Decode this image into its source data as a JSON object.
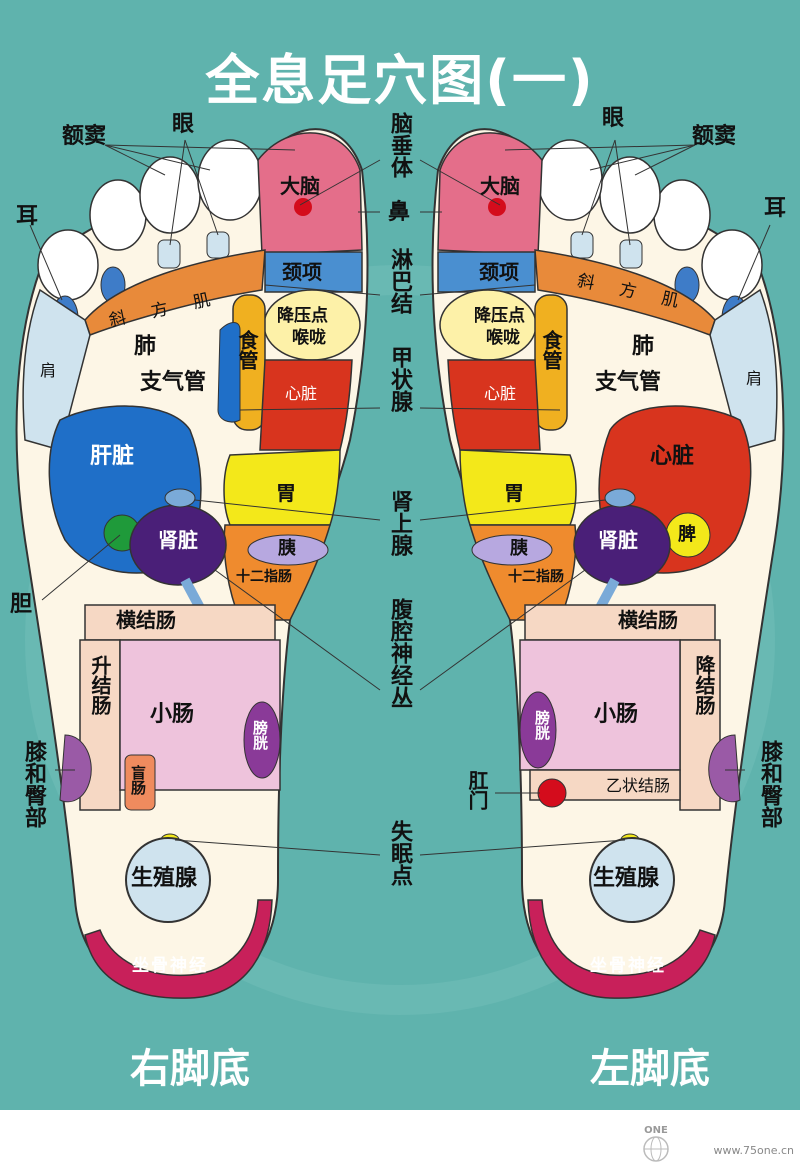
{
  "title": "全息足穴图(一)",
  "feet": {
    "right_label": "右脚底",
    "left_label": "左脚底"
  },
  "center_labels": [
    "脑垂体",
    "鼻",
    "淋巴结",
    "甲状腺",
    "肾上腺",
    "腹腔神经丛",
    "失眠点"
  ],
  "right_foot": {
    "forehead_sinus": "额窦",
    "eye": "眼",
    "ear": "耳",
    "brain": "大脑",
    "neck": "颈项",
    "trapezius": "斜方肌",
    "shoulder": "肩",
    "lung": "肺",
    "bronchus": "支气管",
    "bp_point": "降压点",
    "throat": "喉咙",
    "esophagus": "食管",
    "heart": "心脏",
    "liver": "肝脏",
    "gallbladder": "胆",
    "kidney": "肾脏",
    "stomach": "胃",
    "pancreas": "胰",
    "duodenum": "十二指肠",
    "transverse_colon": "横结肠",
    "ascending_colon": "升结肠",
    "small_intestine": "小肠",
    "appendix": "盲肠",
    "bladder": "膀胱",
    "knee_hip": "膝和臀部",
    "genital": "生殖腺",
    "sciatic": "坐骨神经"
  },
  "left_foot": {
    "forehead_sinus": "额窦",
    "eye": "眼",
    "ear": "耳",
    "brain": "大脑",
    "neck": "颈项",
    "trapezius": "斜方肌",
    "shoulder": "肩",
    "lung": "肺",
    "bronchus": "支气管",
    "bp_point": "降压点",
    "throat": "喉咙",
    "esophagus": "食管",
    "heart_small": "心脏",
    "heart": "心脏",
    "spleen": "脾",
    "kidney": "肾脏",
    "stomach": "胃",
    "pancreas": "胰",
    "duodenum": "十二指肠",
    "transverse_colon": "横结肠",
    "descending_colon": "降结肠",
    "small_intestine": "小肠",
    "sigmoid_colon": "乙状结肠",
    "bladder": "膀胱",
    "anus": "肛门",
    "knee_hip": "膝和臀部",
    "genital": "生殖腺",
    "sciatic": "坐骨神经"
  },
  "watermark": {
    "logo_text": "ONE",
    "site": "www.75one.cn"
  },
  "colors": {
    "background": "#5fb3ad",
    "foot": "#fdf6e6",
    "brain": "#e46e8a",
    "neck": "#4a8fd0",
    "trapezius": "#e88a3a",
    "heart": "#d8341e",
    "liver": "#1f6fc8",
    "kidney": "#4a1f78",
    "stomach": "#f3e81a",
    "pancreas": "#b7a8e0",
    "duodenum": "#ef8b2e",
    "small_intestine": "#eec3dc",
    "knee": "#9a5aa6",
    "sciatic": "#c8205a",
    "genital": "#cfe3ee",
    "lung": "#ffffff",
    "shoulder": "#cfe3ee"
  }
}
